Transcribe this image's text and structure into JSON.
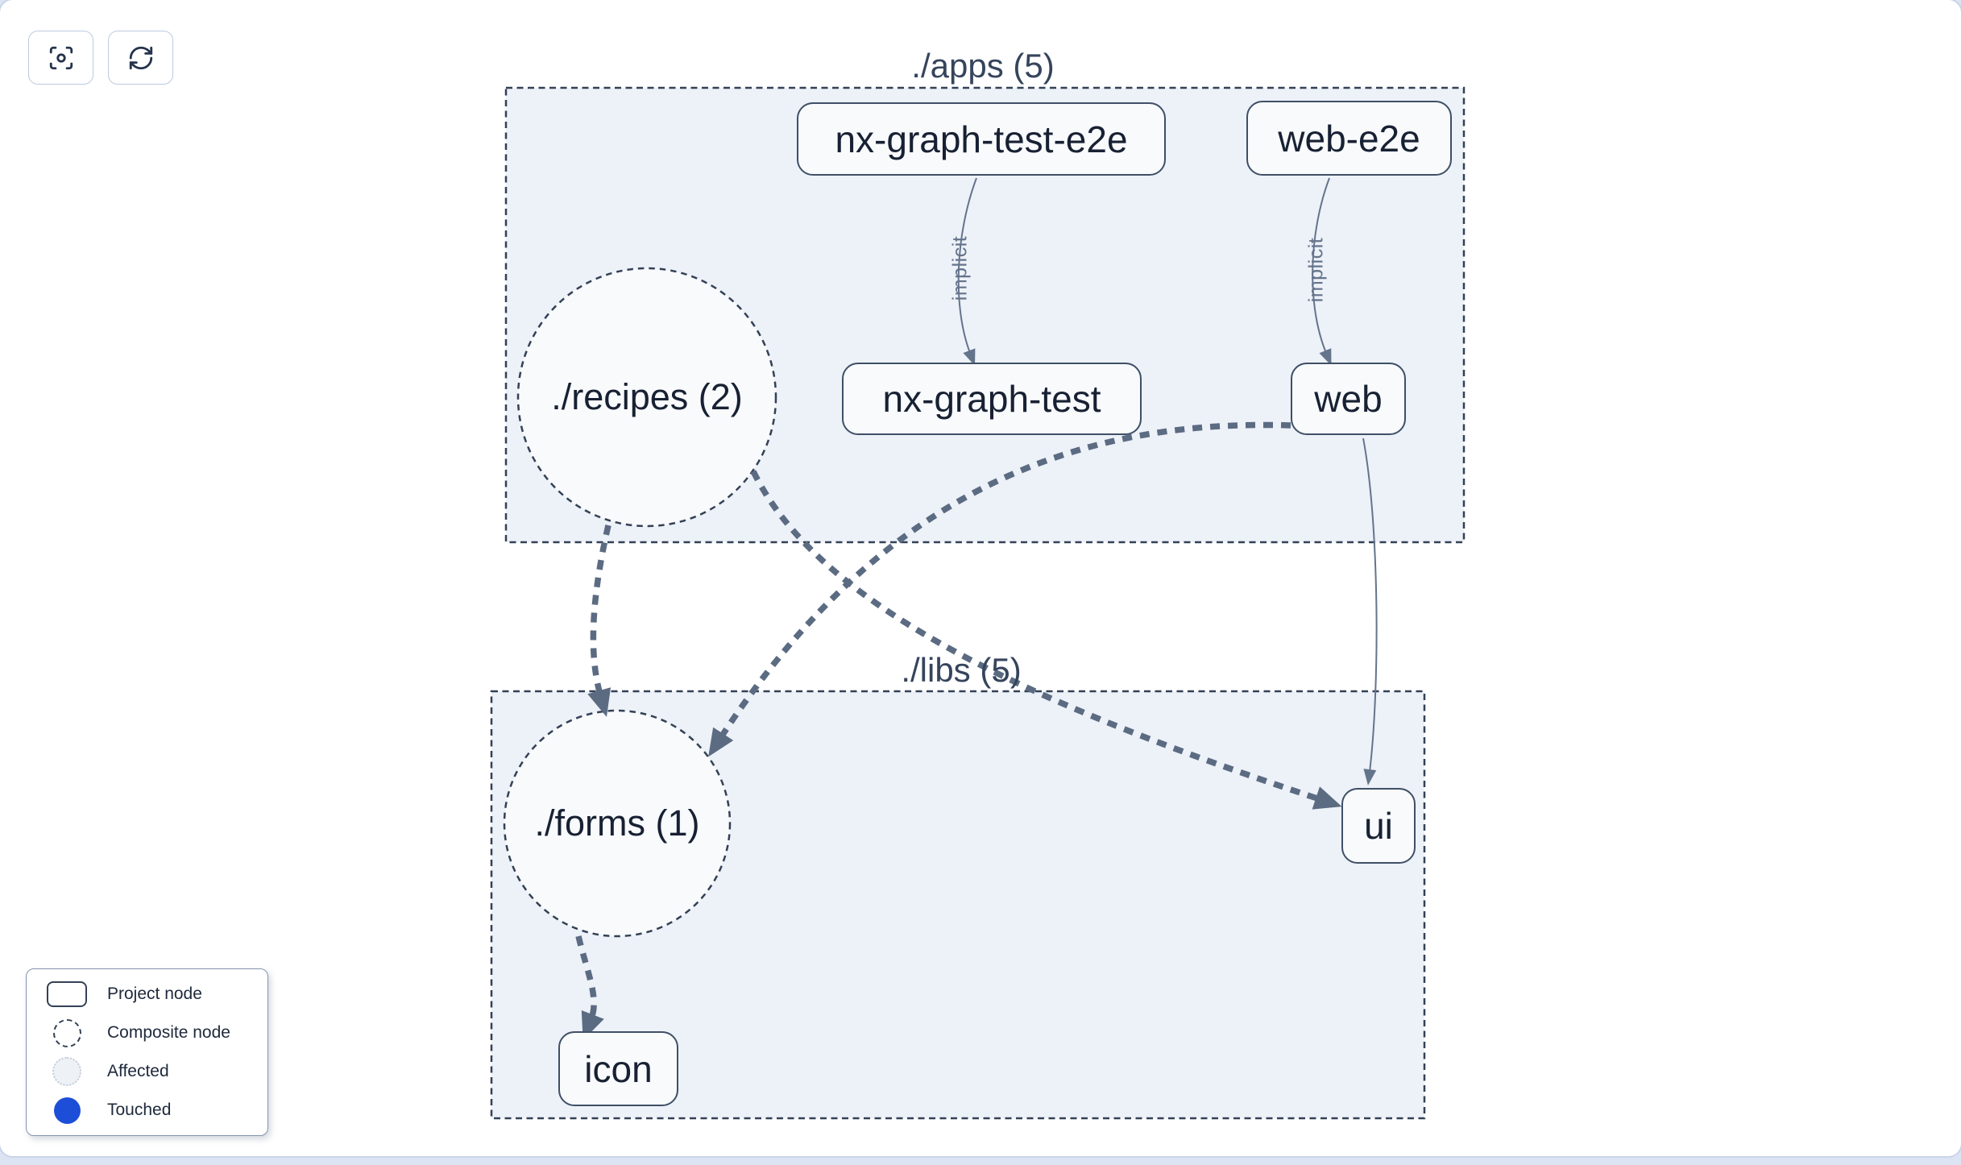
{
  "toolbar": {
    "center_button": {
      "icon": "focus-icon"
    },
    "refresh_button": {
      "icon": "refresh-icon"
    }
  },
  "clusters": [
    {
      "id": "apps",
      "label": "./apps (5)"
    },
    {
      "id": "libs",
      "label": "./libs (5)"
    }
  ],
  "nodes": [
    {
      "id": "nx-graph-test-e2e",
      "label": "nx-graph-test-e2e",
      "type": "project"
    },
    {
      "id": "web-e2e",
      "label": "web-e2e",
      "type": "project"
    },
    {
      "id": "nx-graph-test",
      "label": "nx-graph-test",
      "type": "project"
    },
    {
      "id": "web",
      "label": "web",
      "type": "project"
    },
    {
      "id": "recipes",
      "label": "./recipes (2)",
      "type": "composite"
    },
    {
      "id": "forms",
      "label": "./forms (1)",
      "type": "composite"
    },
    {
      "id": "ui",
      "label": "ui",
      "type": "project"
    },
    {
      "id": "icon",
      "label": "icon",
      "type": "project"
    }
  ],
  "edges": [
    {
      "from": "nx-graph-test-e2e",
      "to": "nx-graph-test",
      "label": "implicit",
      "style": "solid"
    },
    {
      "from": "web-e2e",
      "to": "web",
      "label": "implicit",
      "style": "solid"
    },
    {
      "from": "recipes",
      "to": "forms",
      "label": "",
      "style": "dashed"
    },
    {
      "from": "recipes",
      "to": "ui",
      "label": "",
      "style": "dashed"
    },
    {
      "from": "web",
      "to": "forms",
      "label": "",
      "style": "dashed"
    },
    {
      "from": "web",
      "to": "ui",
      "label": "",
      "style": "solid"
    },
    {
      "from": "forms",
      "to": "icon",
      "label": "",
      "style": "dashed"
    }
  ],
  "legend": {
    "items": [
      {
        "swatch": "project-node-swatch",
        "label": "Project node"
      },
      {
        "swatch": "composite-node-swatch",
        "label": "Composite node"
      },
      {
        "swatch": "affected-swatch",
        "label": "Affected"
      },
      {
        "swatch": "touched-swatch",
        "label": "Touched"
      }
    ]
  },
  "colors": {
    "cluster_fill": "#edf1f8",
    "cluster_border": "#334155",
    "node_fill": "#f8fafc",
    "node_border": "#3f4f66",
    "node_text": "#182133",
    "edge_thick": "#5b6b82",
    "edge_thin": "#64748b",
    "edge_label": "#64748b",
    "touched_blue": "#1d4ed8",
    "card_edge": "#c9d4e8"
  }
}
